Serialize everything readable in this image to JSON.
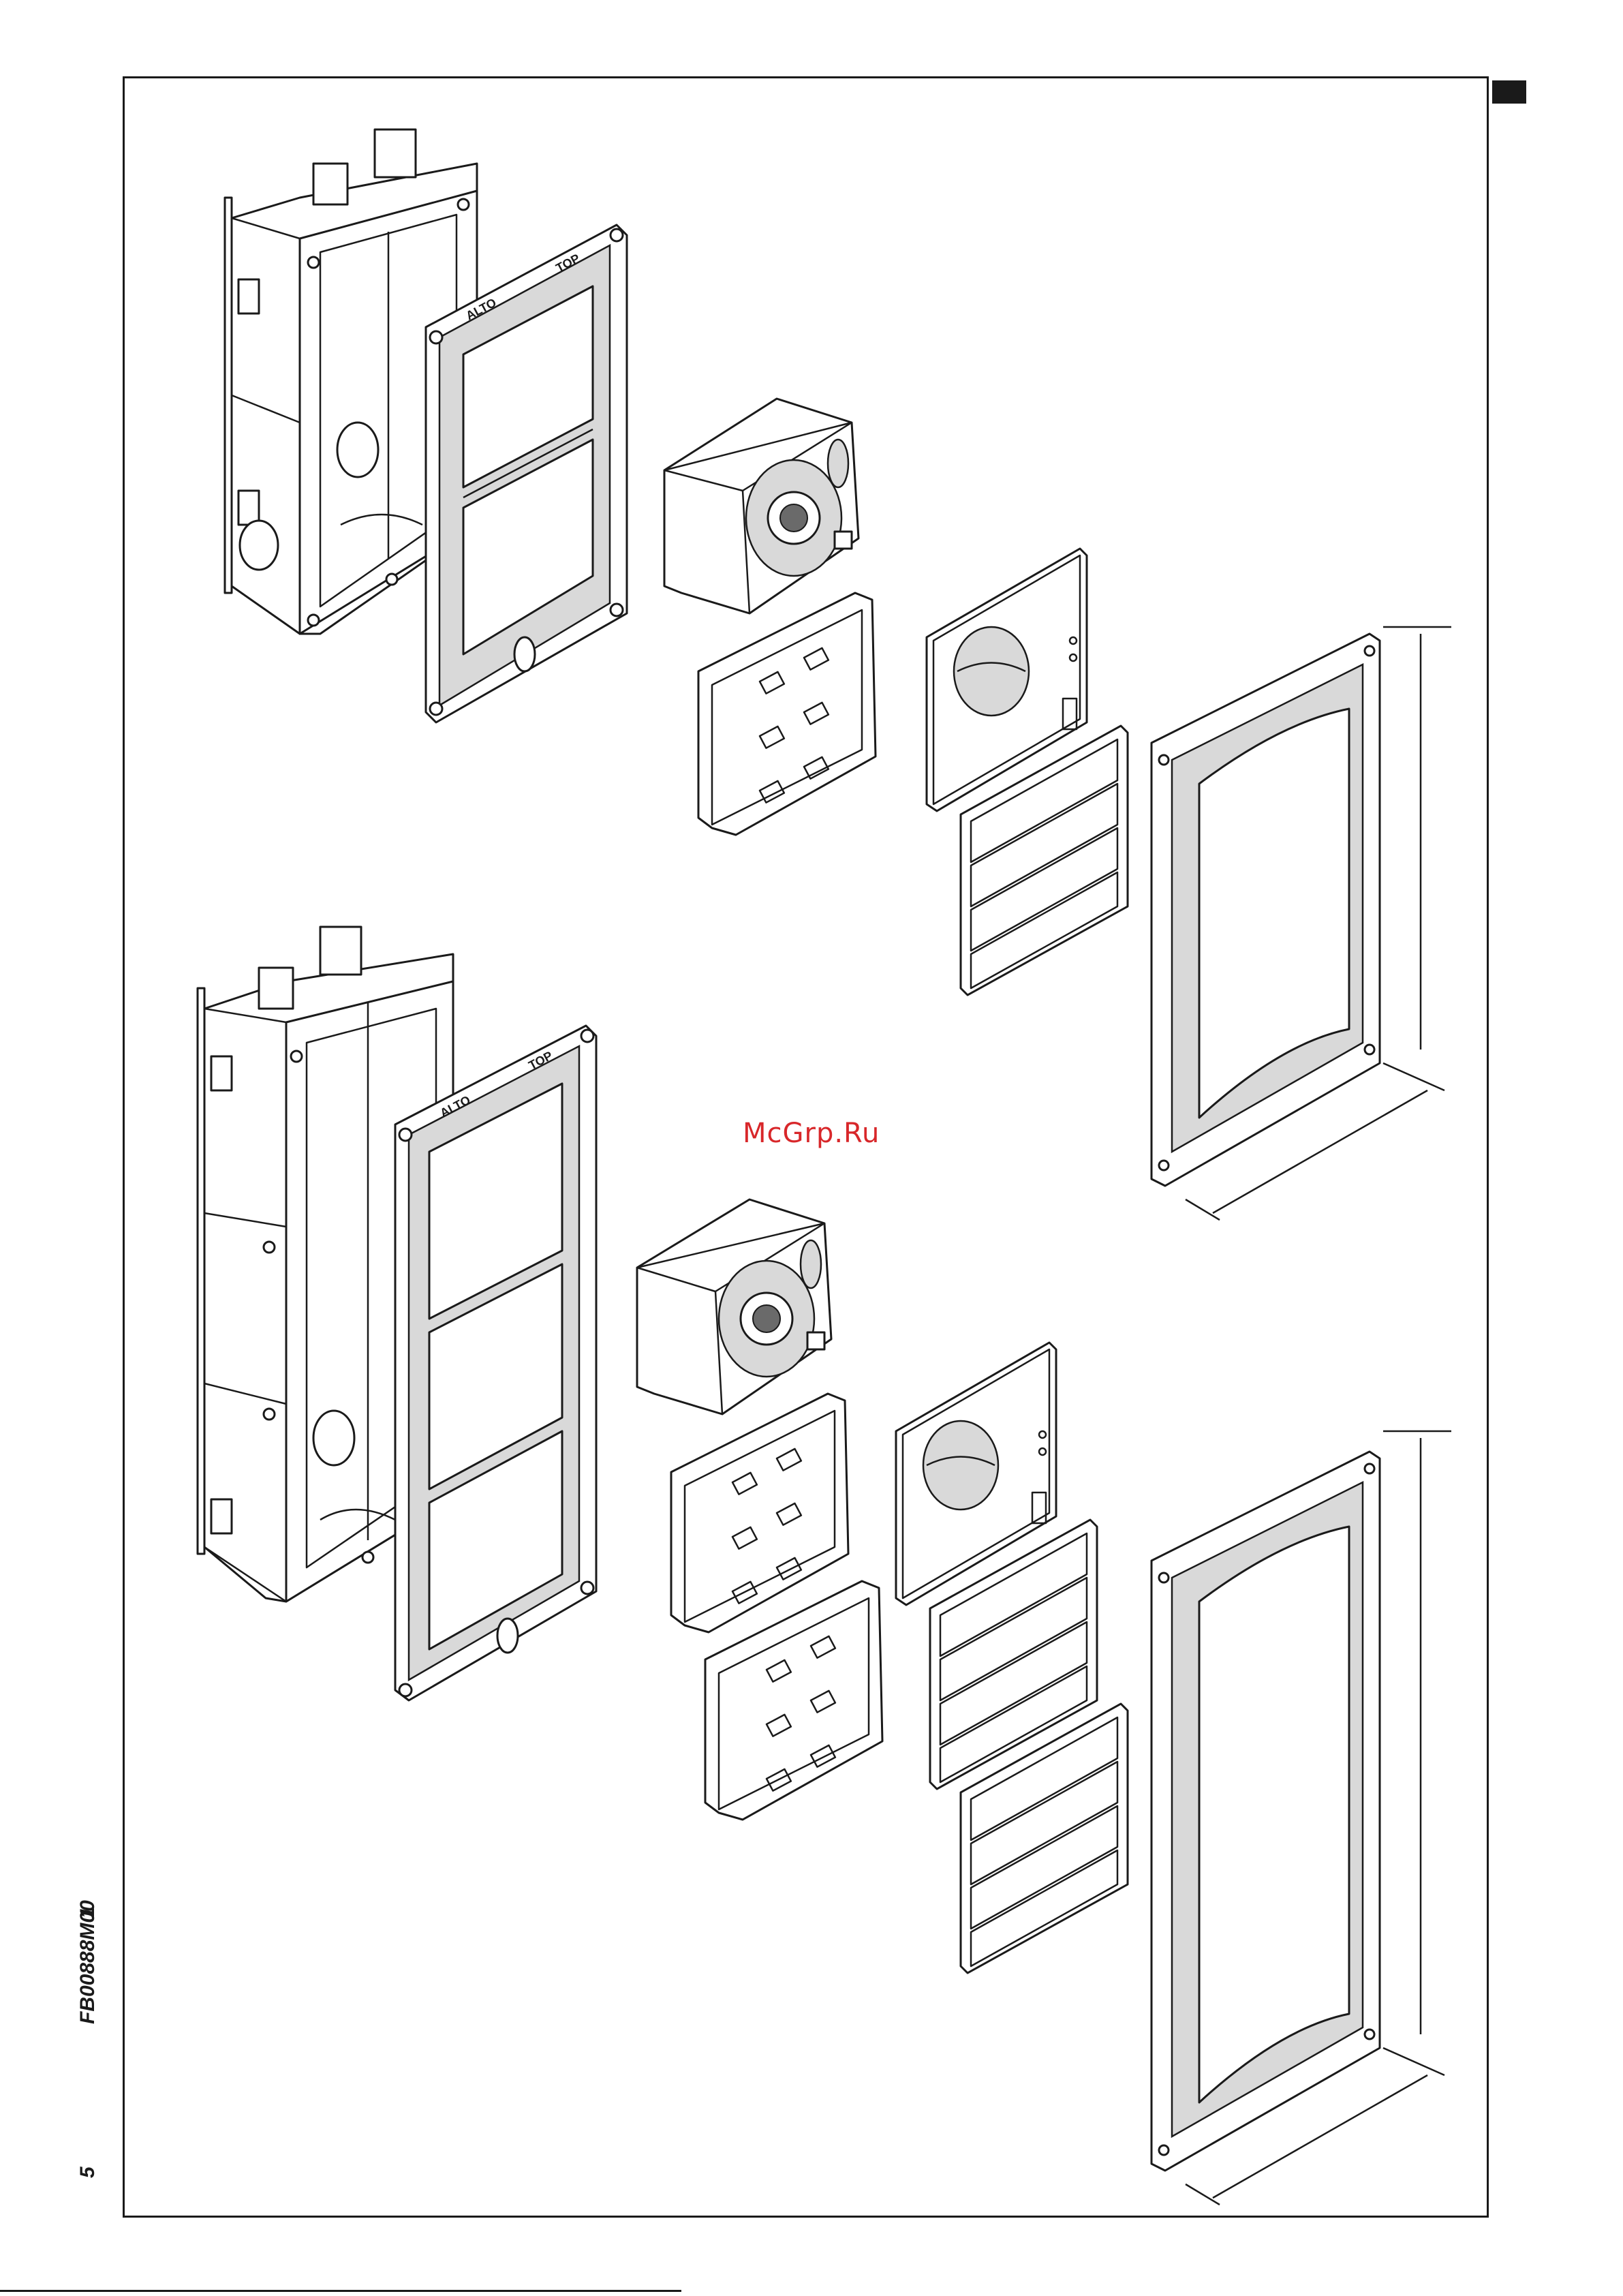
{
  "watermark": "McGrp.Ru",
  "document_code": "FB00888M00",
  "revision": "1",
  "page_number": "5",
  "frame_labels": {
    "upper": {
      "alto": "ALTO",
      "top": "TOP"
    },
    "lower": {
      "alto": "ALTO",
      "top": "TOP"
    }
  }
}
